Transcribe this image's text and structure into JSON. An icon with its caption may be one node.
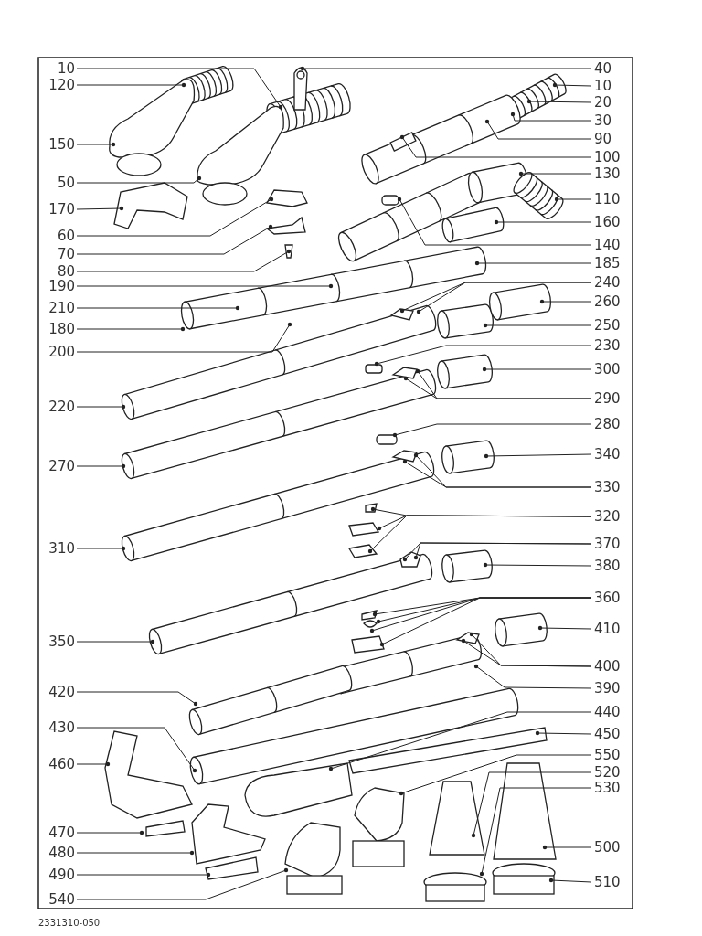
{
  "diagram": {
    "nodes": [
      {
        "text": [
          "10"
        ]
      },
      {
        "text": [
          "120"
        ]
      },
      {
        "text": [
          "150"
        ]
      },
      {
        "text": [
          "50"
        ]
      },
      {
        "text": [
          "170"
        ]
      },
      {
        "text": [
          "60"
        ]
      },
      {
        "text": [
          "70"
        ]
      },
      {
        "text": [
          "80"
        ]
      },
      {
        "text": [
          "190"
        ]
      },
      {
        "text": [
          "210"
        ]
      },
      {
        "text": [
          "180"
        ]
      },
      {
        "text": [
          "200"
        ]
      },
      {
        "text": [
          "220"
        ]
      },
      {
        "text": [
          "270"
        ]
      },
      {
        "text": [
          "310"
        ]
      },
      {
        "text": [
          "350"
        ]
      },
      {
        "text": [
          "420"
        ]
      },
      {
        "text": [
          "430"
        ]
      },
      {
        "text": [
          "460"
        ]
      },
      {
        "text": [
          "470"
        ]
      },
      {
        "text": [
          "480"
        ]
      },
      {
        "text": [
          "490"
        ]
      },
      {
        "text": [
          "540"
        ]
      },
      {
        "text": [
          "40"
        ]
      },
      {
        "text": [
          "10"
        ]
      },
      {
        "text": [
          "20"
        ]
      },
      {
        "text": [
          "30"
        ]
      },
      {
        "text": [
          "90"
        ]
      },
      {
        "text": [
          "100"
        ]
      },
      {
        "text": [
          "130"
        ]
      },
      {
        "text": [
          "110"
        ]
      },
      {
        "text": [
          "160"
        ]
      },
      {
        "text": [
          "140"
        ]
      },
      {
        "text": [
          "185"
        ]
      },
      {
        "text": [
          "240"
        ]
      },
      {
        "text": [
          "260"
        ]
      },
      {
        "text": [
          "250"
        ]
      },
      {
        "text": [
          "230"
        ]
      },
      {
        "text": [
          "300"
        ]
      },
      {
        "text": [
          "290"
        ]
      },
      {
        "text": [
          "280"
        ]
      },
      {
        "text": [
          "340"
        ]
      },
      {
        "text": [
          "330"
        ]
      },
      {
        "text": [
          "320"
        ]
      },
      {
        "text": [
          "370"
        ]
      },
      {
        "text": [
          "380"
        ]
      },
      {
        "text": [
          "360"
        ]
      },
      {
        "text": [
          "410"
        ]
      },
      {
        "text": [
          "400"
        ]
      },
      {
        "text": [
          "390"
        ]
      },
      {
        "text": [
          "440"
        ]
      },
      {
        "text": [
          "450"
        ]
      },
      {
        "text": [
          "550"
        ]
      },
      {
        "text": [
          "520"
        ]
      },
      {
        "text": [
          "530"
        ]
      },
      {
        "text": [
          "500"
        ]
      },
      {
        "text": [
          "510"
        ]
      }
    ],
    "edges": [
      {
        "from": 0,
        "to": null,
        "arrow": "other"
      },
      {
        "from": 1,
        "to": null,
        "arrow": "other"
      },
      {
        "from": 2,
        "to": null,
        "arrow": "other"
      },
      {
        "from": 3,
        "to": null,
        "arrow": "other"
      },
      {
        "from": 4,
        "to": null,
        "arrow": "other"
      },
      {
        "from": 5,
        "to": null,
        "arrow": "other"
      },
      {
        "from": 6,
        "to": null,
        "arrow": "other"
      },
      {
        "from": 7,
        "to": null,
        "arrow": "other"
      },
      {
        "from": 8,
        "to": null,
        "arrow": "other"
      },
      {
        "from": 9,
        "to": null,
        "arrow": "other"
      },
      {
        "from": 10,
        "to": null,
        "arrow": "other"
      },
      {
        "from": 11,
        "to": null,
        "arrow": "other"
      },
      {
        "from": 12,
        "to": null,
        "arrow": "other"
      },
      {
        "from": 13,
        "to": null,
        "arrow": "other"
      },
      {
        "from": 14,
        "to": null,
        "arrow": "other"
      },
      {
        "from": 15,
        "to": null,
        "arrow": "other"
      },
      {
        "from": 16,
        "to": null,
        "arrow": "other"
      },
      {
        "from": 17,
        "to": null,
        "arrow": "other"
      },
      {
        "from": 18,
        "to": null,
        "arrow": "other"
      },
      {
        "from": 19,
        "to": null,
        "arrow": "other"
      },
      {
        "from": 20,
        "to": null,
        "arrow": "other"
      },
      {
        "from": 21,
        "to": null,
        "arrow": "other"
      },
      {
        "from": 22,
        "to": null,
        "arrow": "other"
      },
      {
        "from": 23,
        "to": null,
        "arrow": "other"
      },
      {
        "from": 24,
        "to": null,
        "arrow": "other"
      },
      {
        "from": 25,
        "to": null,
        "arrow": "other"
      },
      {
        "from": 26,
        "to": null,
        "arrow": "other"
      },
      {
        "from": 27,
        "to": null,
        "arrow": "other"
      },
      {
        "from": 28,
        "to": null,
        "arrow": "other"
      },
      {
        "from": 29,
        "to": null,
        "arrow": "other"
      },
      {
        "from": 30,
        "to": null,
        "arrow": "other"
      },
      {
        "from": 31,
        "to": null,
        "arrow": "other"
      },
      {
        "from": 32,
        "to": null,
        "arrow": "other"
      },
      {
        "from": 33,
        "to": null,
        "arrow": "other"
      },
      {
        "from": 34,
        "to": null,
        "arrow": "other"
      },
      {
        "from": 34,
        "to": null,
        "arrow": "other"
      },
      {
        "from": 35,
        "to": null,
        "arrow": "other"
      },
      {
        "from": 36,
        "to": null,
        "arrow": "other"
      },
      {
        "from": 37,
        "to": null,
        "arrow": "other"
      },
      {
        "from": 38,
        "to": null,
        "arrow": "other"
      },
      {
        "from": 39,
        "to": null,
        "arrow": "other"
      },
      {
        "from": 39,
        "to": null,
        "arrow": "other"
      },
      {
        "from": 40,
        "to": null,
        "arrow": "other"
      },
      {
        "from": 41,
        "to": null,
        "arrow": "other"
      },
      {
        "from": 42,
        "to": null,
        "arrow": "other"
      },
      {
        "from": 42,
        "to": null,
        "arrow": "other"
      },
      {
        "from": 43,
        "to": null,
        "arrow": "other"
      },
      {
        "from": 43,
        "to": null,
        "arrow": "other"
      },
      {
        "from": 43,
        "to": null,
        "arrow": "other"
      },
      {
        "from": 44,
        "to": null,
        "arrow": "other"
      },
      {
        "from": 44,
        "to": null,
        "arrow": "other"
      },
      {
        "from": 45,
        "to": null,
        "arrow": "other"
      },
      {
        "from": 46,
        "to": null,
        "arrow": "other"
      },
      {
        "from": 46,
        "to": null,
        "arrow": "other"
      },
      {
        "from": 46,
        "to": null,
        "arrow": "other"
      },
      {
        "from": 46,
        "to": null,
        "arrow": "other"
      },
      {
        "from": 47,
        "to": null,
        "arrow": "other"
      },
      {
        "from": 48,
        "to": null,
        "arrow": "other"
      },
      {
        "from": 48,
        "to": null,
        "arrow": "other"
      },
      {
        "from": 49,
        "to": null,
        "arrow": "other"
      },
      {
        "from": 50,
        "to": null,
        "arrow": "other"
      },
      {
        "from": 51,
        "to": null,
        "arrow": "other"
      },
      {
        "from": 52,
        "to": null,
        "arrow": "other"
      },
      {
        "from": 53,
        "to": null,
        "arrow": "other"
      },
      {
        "from": 54,
        "to": null,
        "arrow": "other"
      },
      {
        "from": 55,
        "to": null,
        "arrow": "other"
      },
      {
        "from": 56,
        "to": null,
        "arrow": "other"
      }
    ],
    "labels": [
      "2331310-050"
    ]
  }
}
